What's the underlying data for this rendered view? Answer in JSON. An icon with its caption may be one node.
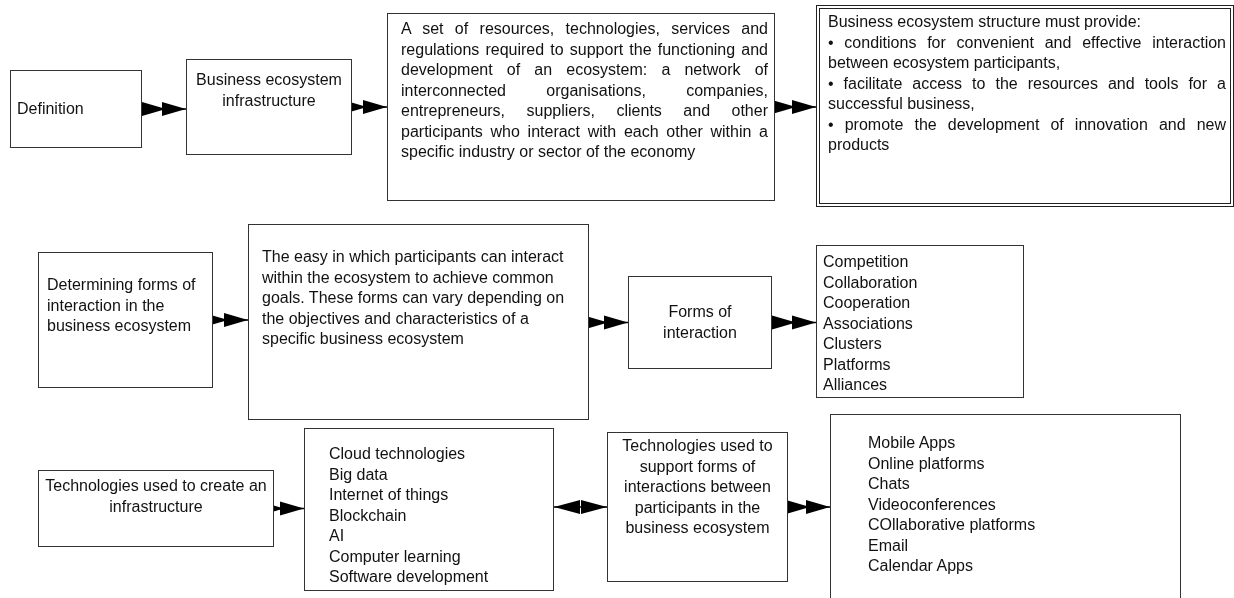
{
  "diagram": {
    "nodes": [
      {
        "text": [
          "Definition"
        ]
      },
      {
        "text": [
          "Business ecosystem infrastructure"
        ]
      },
      {
        "text": [
          "A set of resources, technologies, services and regulations required to support the functioning and development of an ecosystem: a network of interconnected organisations, companies, entrepreneurs, suppliers, clients and other participants who interact with each other within a specific industry or sector of the economy"
        ]
      },
      {
        "text": [
          "Business ecosystem structure must provide:",
          "• conditions for convenient and effective interaction between ecosystem participants,",
          "• facilitate access to the resources and tools for a successful business,",
          "• promote the development of innovation and new products"
        ]
      },
      {
        "text": [
          "Determining forms of interaction in the business ecosystem"
        ]
      },
      {
        "text": [
          "The easy in which participants can interact within the ecosystem to achieve common goals. These forms can vary depending on the objectives and characteristics of a specific business ecosystem"
        ]
      },
      {
        "text": [
          "Forms of interaction"
        ]
      },
      {
        "text": [
          "Competition",
          "Collaboration",
          "Cooperation",
          "Associations",
          "Clusters",
          "Platforms",
          "Alliances"
        ]
      },
      {
        "text": [
          "Technologies used to create an infrastructure"
        ]
      },
      {
        "text": [
          "Cloud technologies",
          "Big data",
          "Internet of things",
          "Blockchain",
          "AI",
          "Computer learning",
          "Software development"
        ]
      },
      {
        "text": [
          "Technologies used to support forms of interactions between participants in the business ecosystem"
        ]
      },
      {
        "text": [
          "Mobile Apps",
          "Online platforms",
          "Chats",
          "Videoconferences",
          "COllaborative platforms",
          "Email",
          "Calendar Apps"
        ]
      }
    ],
    "edges": [
      {
        "from": 0,
        "to": 1,
        "arrow": "to"
      },
      {
        "from": 1,
        "to": 2,
        "arrow": "to"
      },
      {
        "from": 2,
        "to": 3,
        "arrow": "to"
      },
      {
        "from": 4,
        "to": 5,
        "arrow": "to"
      },
      {
        "from": 5,
        "to": 6,
        "arrow": "to"
      },
      {
        "from": 6,
        "to": 7,
        "arrow": "to"
      },
      {
        "from": 8,
        "to": 9,
        "arrow": "to"
      },
      {
        "from": 9,
        "to": 10,
        "arrow": "both"
      },
      {
        "from": 10,
        "to": 11,
        "arrow": "to"
      }
    ]
  }
}
